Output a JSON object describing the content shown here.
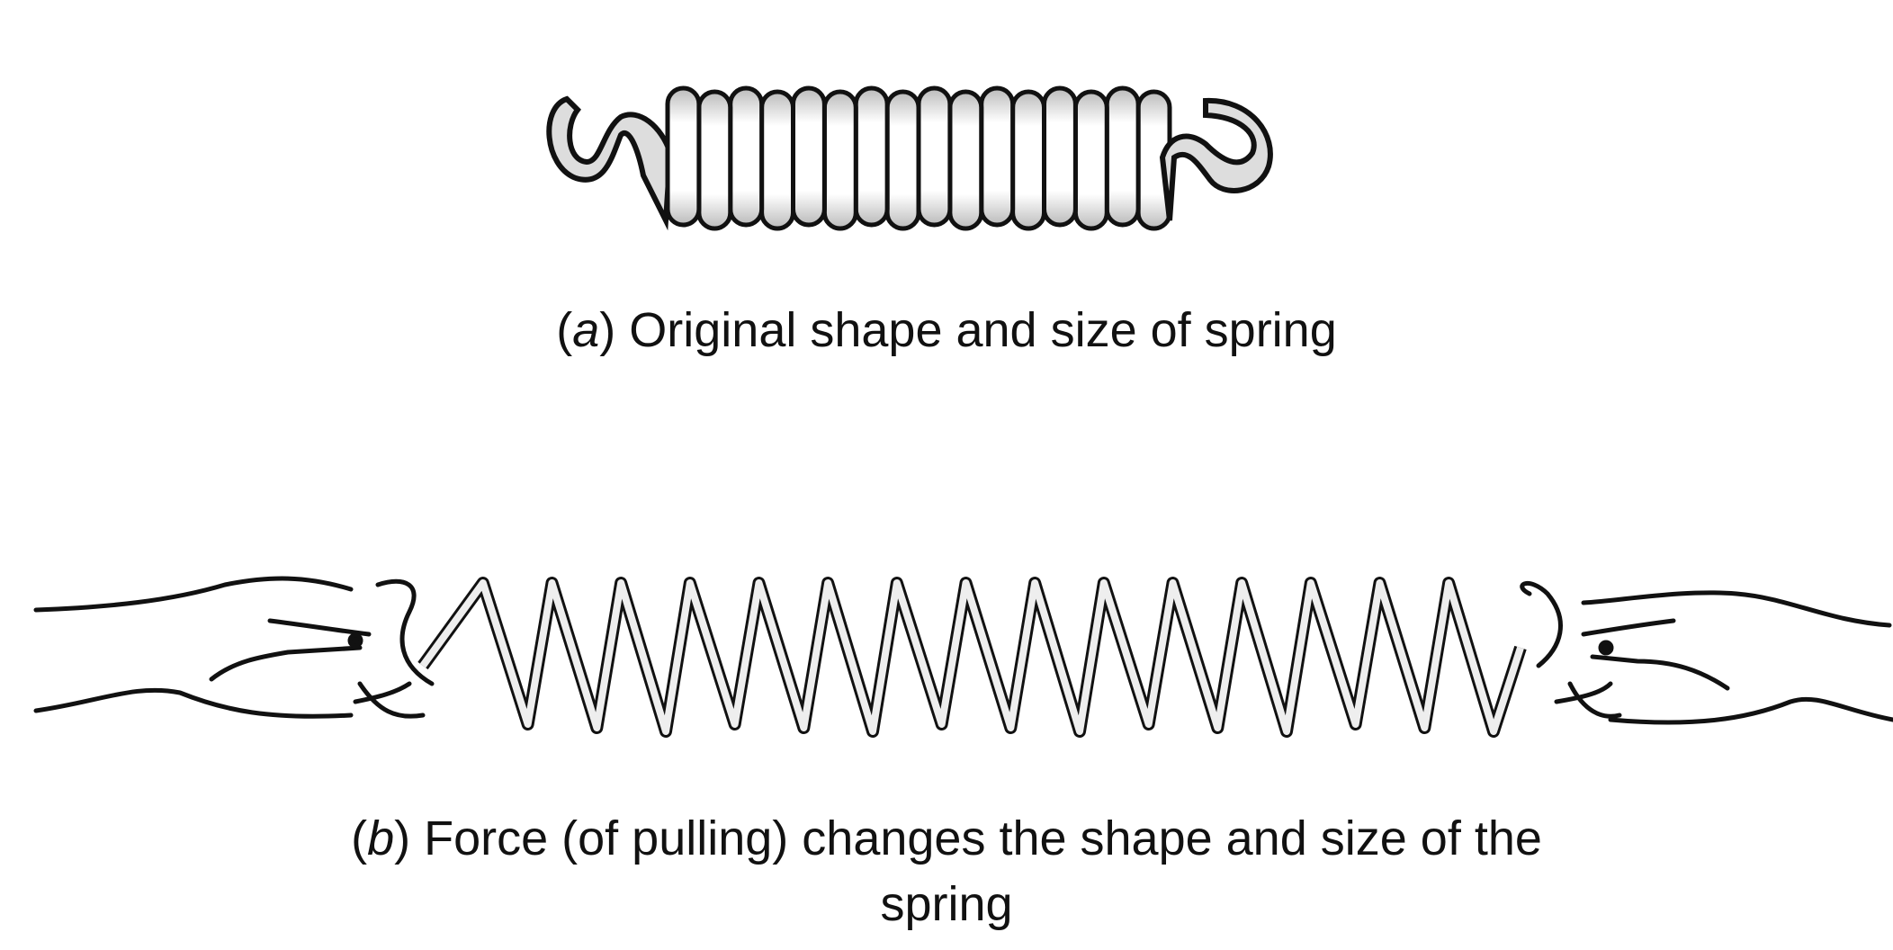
{
  "figure_a": {
    "label": "a",
    "caption": "Original shape and size of spring"
  },
  "figure_b": {
    "label": "b",
    "caption_line1": "Force (of pulling) changes the shape and size of the",
    "caption_line2": "spring"
  },
  "colors": {
    "ink": "#111111",
    "shade": "#9a9a9a",
    "background": "#ffffff"
  }
}
